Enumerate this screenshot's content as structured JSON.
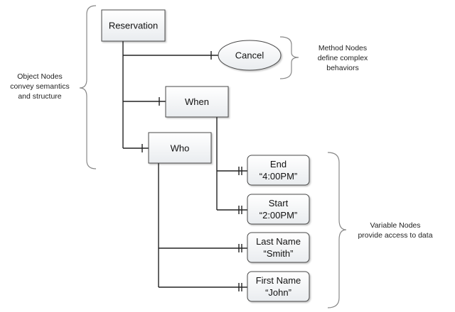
{
  "object_nodes": {
    "reservation": "Reservation",
    "when": "When",
    "who": "Who"
  },
  "method_nodes": {
    "cancel": "Cancel"
  },
  "variable_nodes": {
    "end": {
      "name": "End",
      "value": "“4:00PM”"
    },
    "start": {
      "name": "Start",
      "value": "“2:00PM”"
    },
    "last_name": {
      "name": "Last Name",
      "value": "“Smith”"
    },
    "first_name": {
      "name": "First Name",
      "value": "“John”"
    }
  },
  "annotations": {
    "object_nodes": [
      "Object Nodes",
      "convey semantics",
      "and structure"
    ],
    "method_nodes": [
      "Method Nodes",
      "define complex",
      "behaviors"
    ],
    "variable_nodes": [
      "Variable Nodes",
      "provide access to data"
    ]
  }
}
